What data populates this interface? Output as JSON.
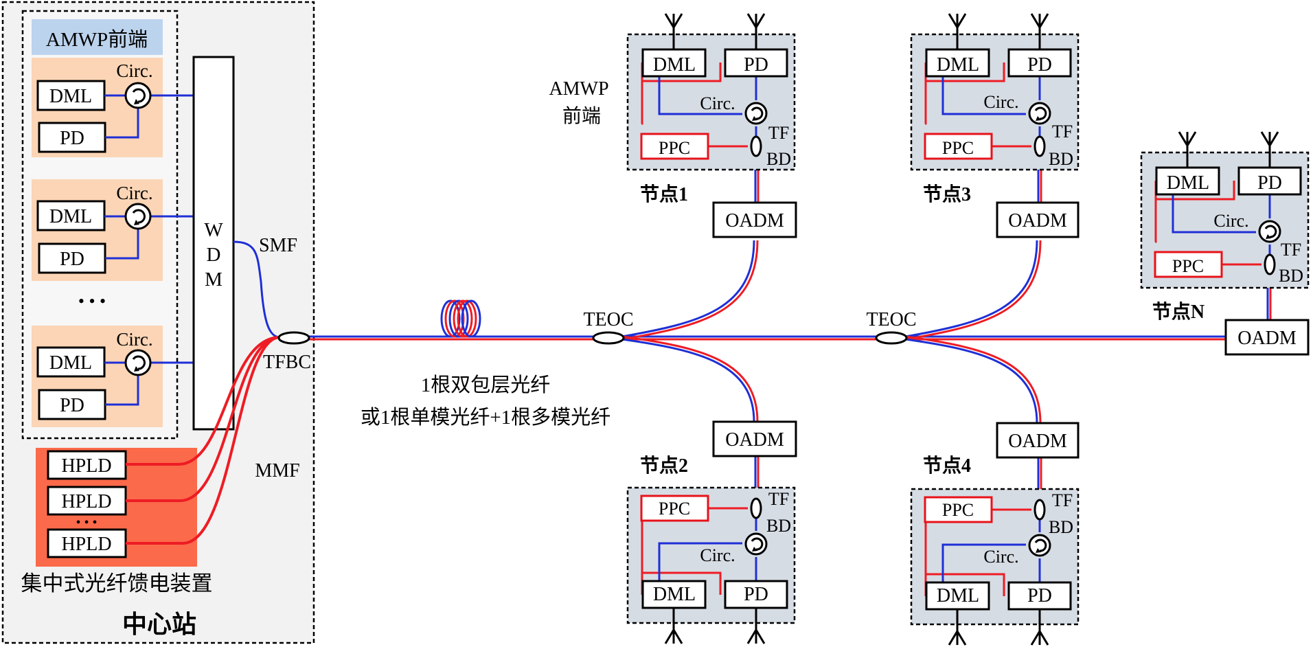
{
  "central": {
    "title": "中心站",
    "amwp_header": "AMWP前端",
    "wdm_letters": [
      "W",
      "D",
      "M"
    ],
    "dml": "DML",
    "pd": "PD",
    "circ": "Circ.",
    "ellipsis": "• • •",
    "hpld": "HPLD",
    "hpld_dots": "• • •",
    "feeder": "集中式光纤馈电装置"
  },
  "labels": {
    "smf": "SMF",
    "mmf": "MMF",
    "tfbc": "TFBC",
    "teoc": "TEOC",
    "fiber_line1": "1根双包层光纤",
    "fiber_line2": "或1根单模光纤+1根多模光纤",
    "amwp_line1": "AMWP",
    "amwp_line2": "前端"
  },
  "node_parts": {
    "dml": "DML",
    "pd": "PD",
    "circ": "Circ.",
    "ppc": "PPC",
    "tf": "TF",
    "bd": "BD",
    "oadm": "OADM"
  },
  "nodes": [
    {
      "label": "节点1"
    },
    {
      "label": "节点3"
    },
    {
      "label": "节点N"
    },
    {
      "label": "节点2"
    },
    {
      "label": "节点4"
    }
  ],
  "colors": {
    "single_mode_fiber": "#1f2fd6",
    "multimode_fiber": "#ee1c24",
    "amwp_header_bg": "#bcd3ee",
    "amwp_unit_bg": "#fbd5b5",
    "hpld_bg": "#fb6a4a",
    "remote_node_bg": "#d6dce4",
    "central_station_bg": "#f2f2f2"
  }
}
